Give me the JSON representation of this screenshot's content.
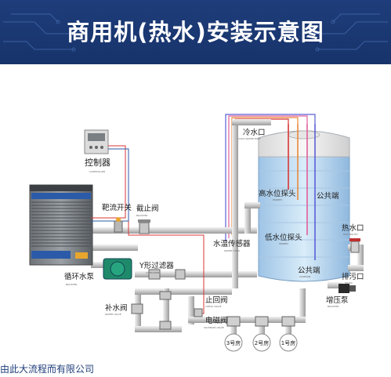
{
  "title": "商用机(热水)安装示意图",
  "labels": {
    "controller": "控制器",
    "controller_en": "CONTROLLER",
    "backflow_switch": "靶流开关",
    "shutoff_valve": "截止阀",
    "shutoff_valve_en": "BOOSTER",
    "cold_water_port": "冷水口",
    "cold_water_port_en": "COLD WATER PORT",
    "high_level_probe": "高水位探头",
    "high_level_probe_en": "PROBES",
    "public_end_1": "公共端",
    "low_level_probe": "低水位探头",
    "low_level_probe_en": "PROBES",
    "public_end_2": "公共端",
    "public_end_2_en": "COMMON",
    "water_temp_sensor": "水温传感器",
    "water_temp_sensor_en": "WATER STICK",
    "hot_water_port": "热水口",
    "hot_water_port_en": "HOT MOUTH",
    "drain_port": "排污口",
    "drain_port_en": "DRAIN",
    "circulation_pump": "循环水泵",
    "circulation_pump_en": "BOOSTER",
    "y_strainer": "Y形过滤器",
    "y_strainer_en": "Y-STRAINER",
    "check_valve": "止回阀",
    "check_valve_en": "CHECK VALVE",
    "refill_valve": "补水阀",
    "refill_valve_en": "WATER VALVE",
    "solenoid_valve": "电磁阀",
    "solenoid_valve_en": "SOLENOID VALVE",
    "booster_pump": "增压泵",
    "booster_pump_en": "BOOSTER",
    "room_3": "3号房",
    "room_2": "2号房",
    "room_1": "1号房"
  },
  "footer_text": "由此大流程而有限公司"
}
